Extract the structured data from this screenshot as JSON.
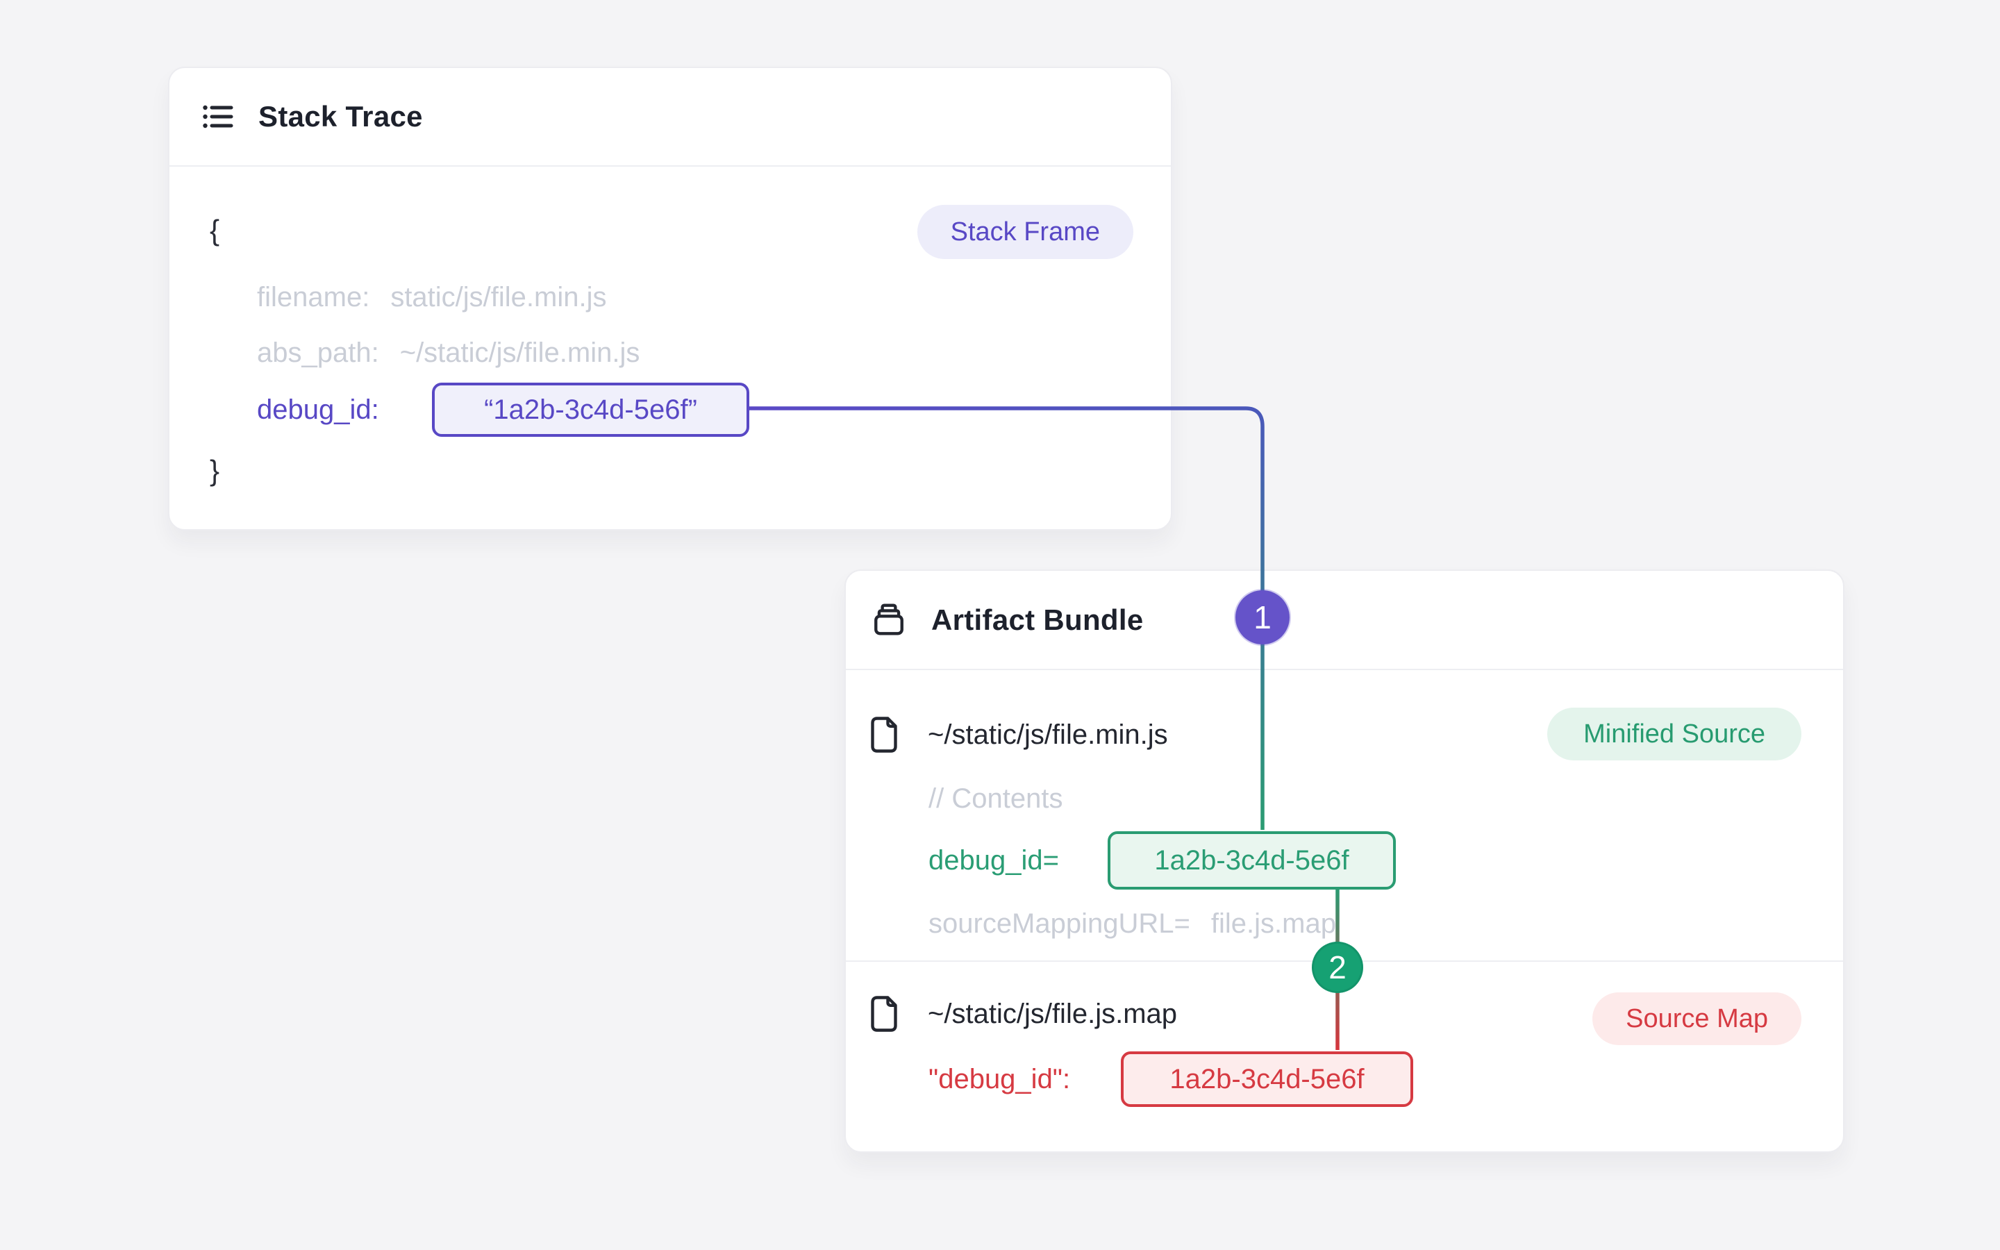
{
  "page": {
    "background": "#f4f4f6"
  },
  "colors": {
    "indigo_accent": "#5848c5",
    "green_accent": "#2a9d74",
    "red_accent": "#d63a42",
    "muted_code": "#c9cdd6",
    "dark_text": "#23262f",
    "step1_fill": "#6553c9",
    "step2_fill": "#16a173"
  },
  "steps": [
    "1",
    "2"
  ],
  "stack_trace": {
    "title": "Stack Trace",
    "frame_badge": "Stack Frame",
    "open_brace": "{",
    "close_brace": "}",
    "filename_key": "filename:",
    "filename_value": "static/js/file.min.js",
    "abs_path_key": "abs_path:",
    "abs_path_value": "~/static/js/file.min.js",
    "debug_id_key": "debug_id:",
    "debug_id_value": "“1a2b-3c4d-5e6f”"
  },
  "artifact_bundle": {
    "title": "Artifact Bundle",
    "minified_file": {
      "path": "~/static/js/file.min.js",
      "badge": "Minified Source",
      "comment": "// Contents",
      "debug_key": "debug_id=",
      "debug_value": "1a2b-3c4d-5e6f",
      "mapping_key": "sourceMappingURL=",
      "mapping_value": "file.js.map"
    },
    "source_map_file": {
      "path": "~/static/js/file.js.map",
      "badge": "Source Map",
      "debug_key": "\"debug_id\":",
      "debug_value": "1a2b-3c4d-5e6f"
    }
  }
}
